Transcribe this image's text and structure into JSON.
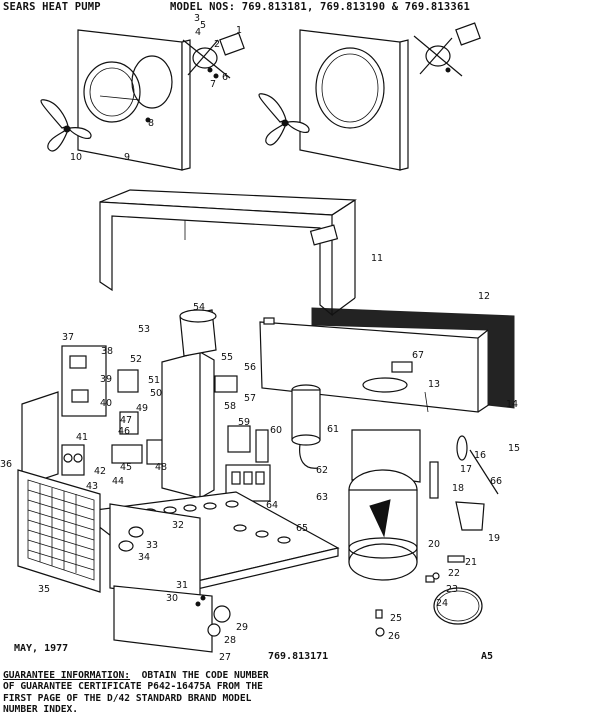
{
  "header": {
    "title": "SEARS HEAT PUMP",
    "models": "MODEL NOS: 769.813181, 769.813190 & 769.813361"
  },
  "footer": {
    "date": "MAY, 1977",
    "part_number": "769.813171",
    "code": "A5"
  },
  "guarantee": {
    "heading": "GUARANTEE INFORMATION:",
    "line1_rest": "OBTAIN THE CODE NUMBER",
    "line2": "OF GUARANTEE CERTIFICATE P642-16475A FROM THE",
    "line3": "FIRST PAGE OF THE D/42 STANDARD BRAND MODEL",
    "line4": "NUMBER INDEX."
  },
  "callouts": {
    "c1": "1",
    "c2": "2",
    "c3": "3",
    "c4": "4",
    "c5": "5",
    "c6": "6",
    "c7": "7",
    "c8": "8",
    "c9": "9",
    "c10": "10",
    "c11": "11",
    "c12": "12",
    "c13": "13",
    "c14": "14",
    "c15": "15",
    "c16": "16",
    "c17": "17",
    "c18": "18",
    "c19": "19",
    "c20": "20",
    "c21": "21",
    "c22": "22",
    "c23": "23",
    "c24": "24",
    "c25": "25",
    "c26": "26",
    "c27": "27",
    "c28": "28",
    "c29": "29",
    "c30": "30",
    "c31": "31",
    "c32": "32",
    "c33": "33",
    "c34": "34",
    "c35": "35",
    "c36": "36",
    "c37": "37",
    "c38": "38",
    "c39": "39",
    "c40": "40",
    "c41": "41",
    "c42": "42",
    "c43": "43",
    "c44": "44",
    "c45": "45",
    "c46": "46",
    "c47": "47",
    "c48": "48",
    "c49": "49",
    "c50": "50",
    "c51": "51",
    "c52": "52",
    "c53": "53",
    "c54": "54",
    "c55": "55",
    "c56": "56",
    "c57": "57",
    "c58": "58",
    "c59": "59",
    "c60": "60",
    "c61": "61",
    "c62": "62",
    "c63": "63",
    "c64": "64",
    "c65": "65",
    "c66": "66",
    "c67": "67"
  }
}
